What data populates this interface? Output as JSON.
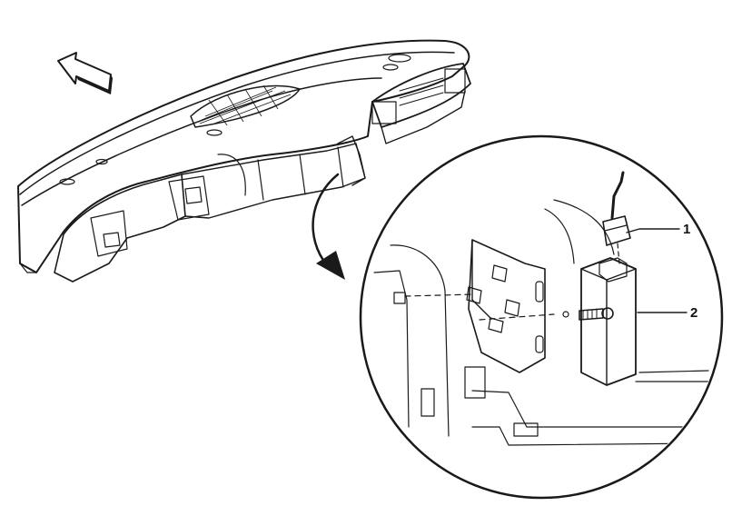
{
  "diagram": {
    "callouts": [
      {
        "id": "1",
        "label": "1"
      },
      {
        "id": "2",
        "label": "2"
      }
    ],
    "colors": {
      "line": "#1a1a1a",
      "panel_fill": "#f4f4f4",
      "background": "#ffffff"
    },
    "icons": {
      "direction_arrow": "front-direction-arrow-icon",
      "detail_arrow": "detail-pointer-arrow-icon"
    }
  }
}
